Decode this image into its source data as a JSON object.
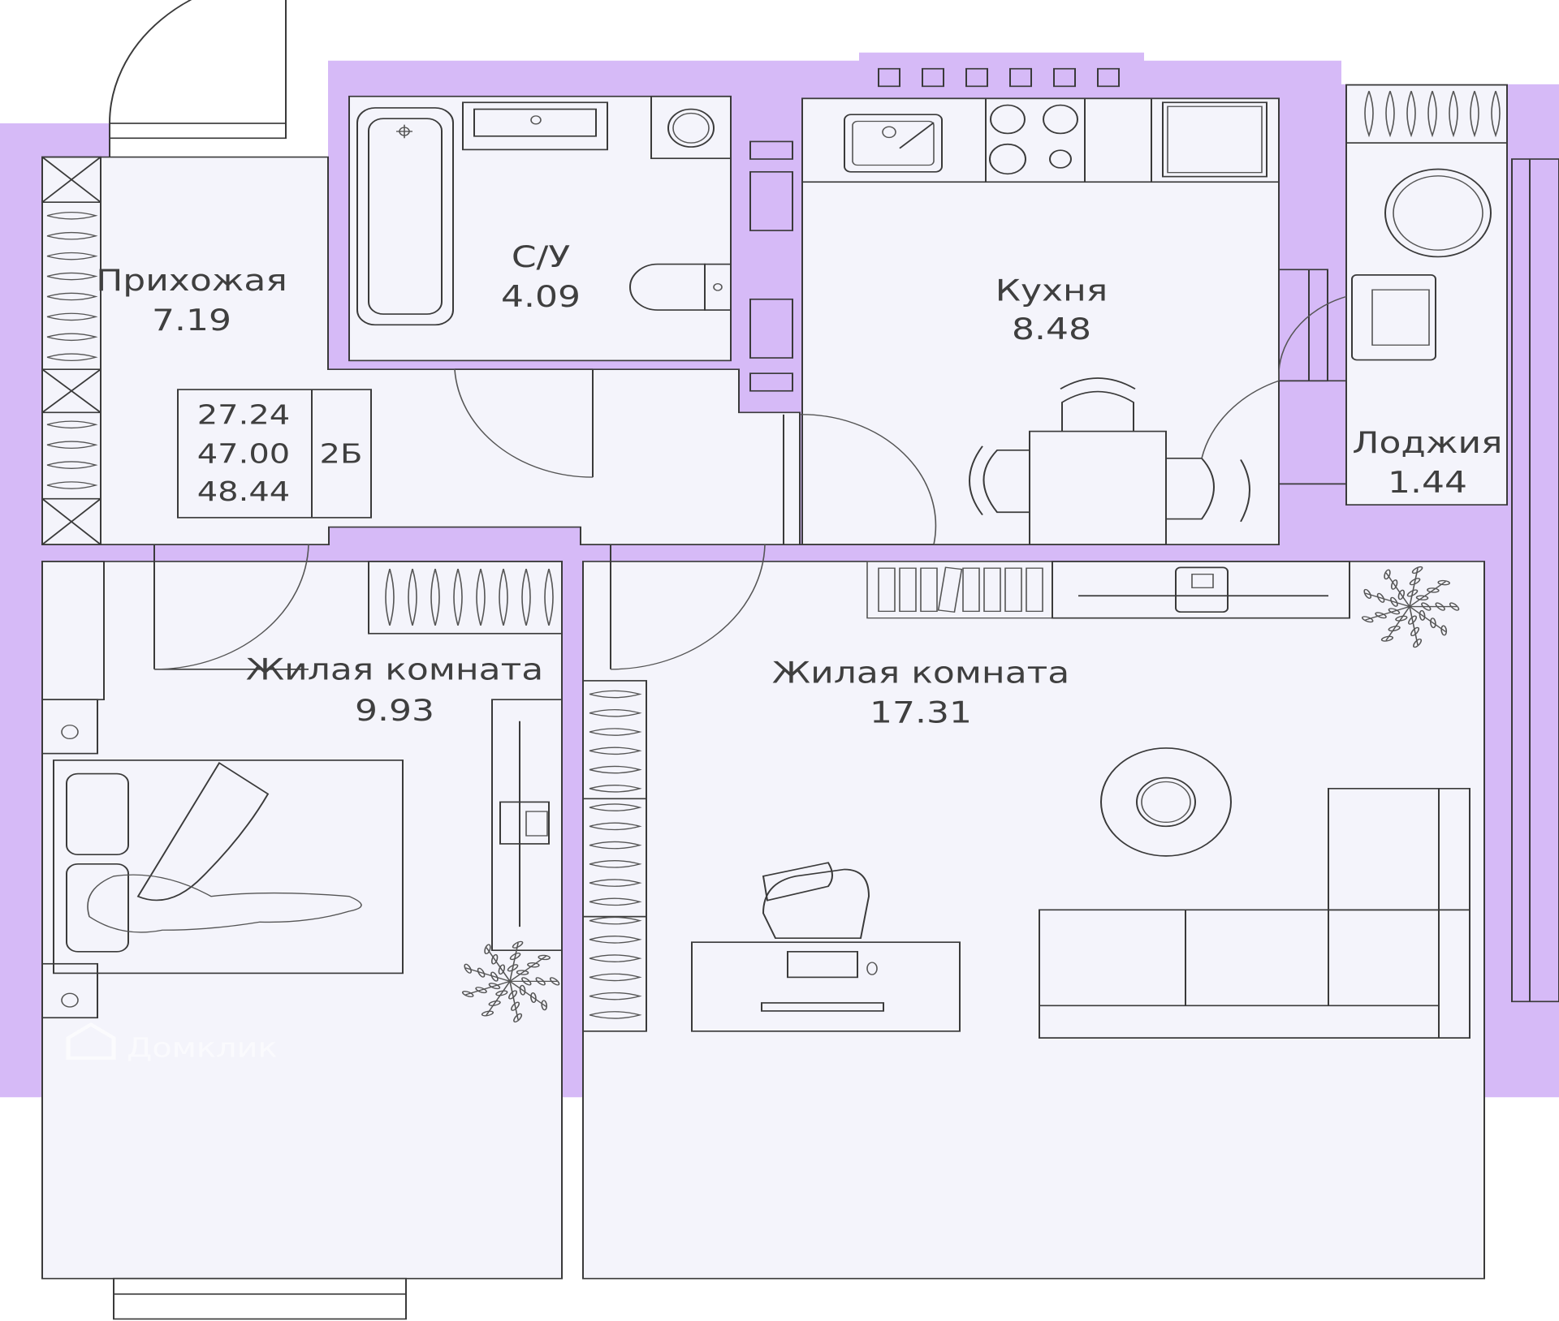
{
  "colors": {
    "wall": "#d6baf7",
    "floor": "#f4f4fb",
    "line": "#3a3a3a",
    "text": "#3f3f3f"
  },
  "rooms": {
    "hall": {
      "name": "Прихожая",
      "area": "7.19"
    },
    "bathroom": {
      "name": "С/У",
      "area": "4.09"
    },
    "kitchen": {
      "name": "Кухня",
      "area": "8.48"
    },
    "loggia": {
      "name": "Лоджия",
      "area": "1.44"
    },
    "bedroom": {
      "name": "Жилая комната",
      "area": "9.93"
    },
    "living": {
      "name": "Жилая комната",
      "area": "17.31"
    }
  },
  "summary": {
    "living_area": "27.24",
    "total_area": "47.00",
    "total_with_loggia": "48.44",
    "type": "2Б"
  },
  "watermark": {
    "text": "Домклик",
    "icon": "domclick-logo-icon"
  }
}
